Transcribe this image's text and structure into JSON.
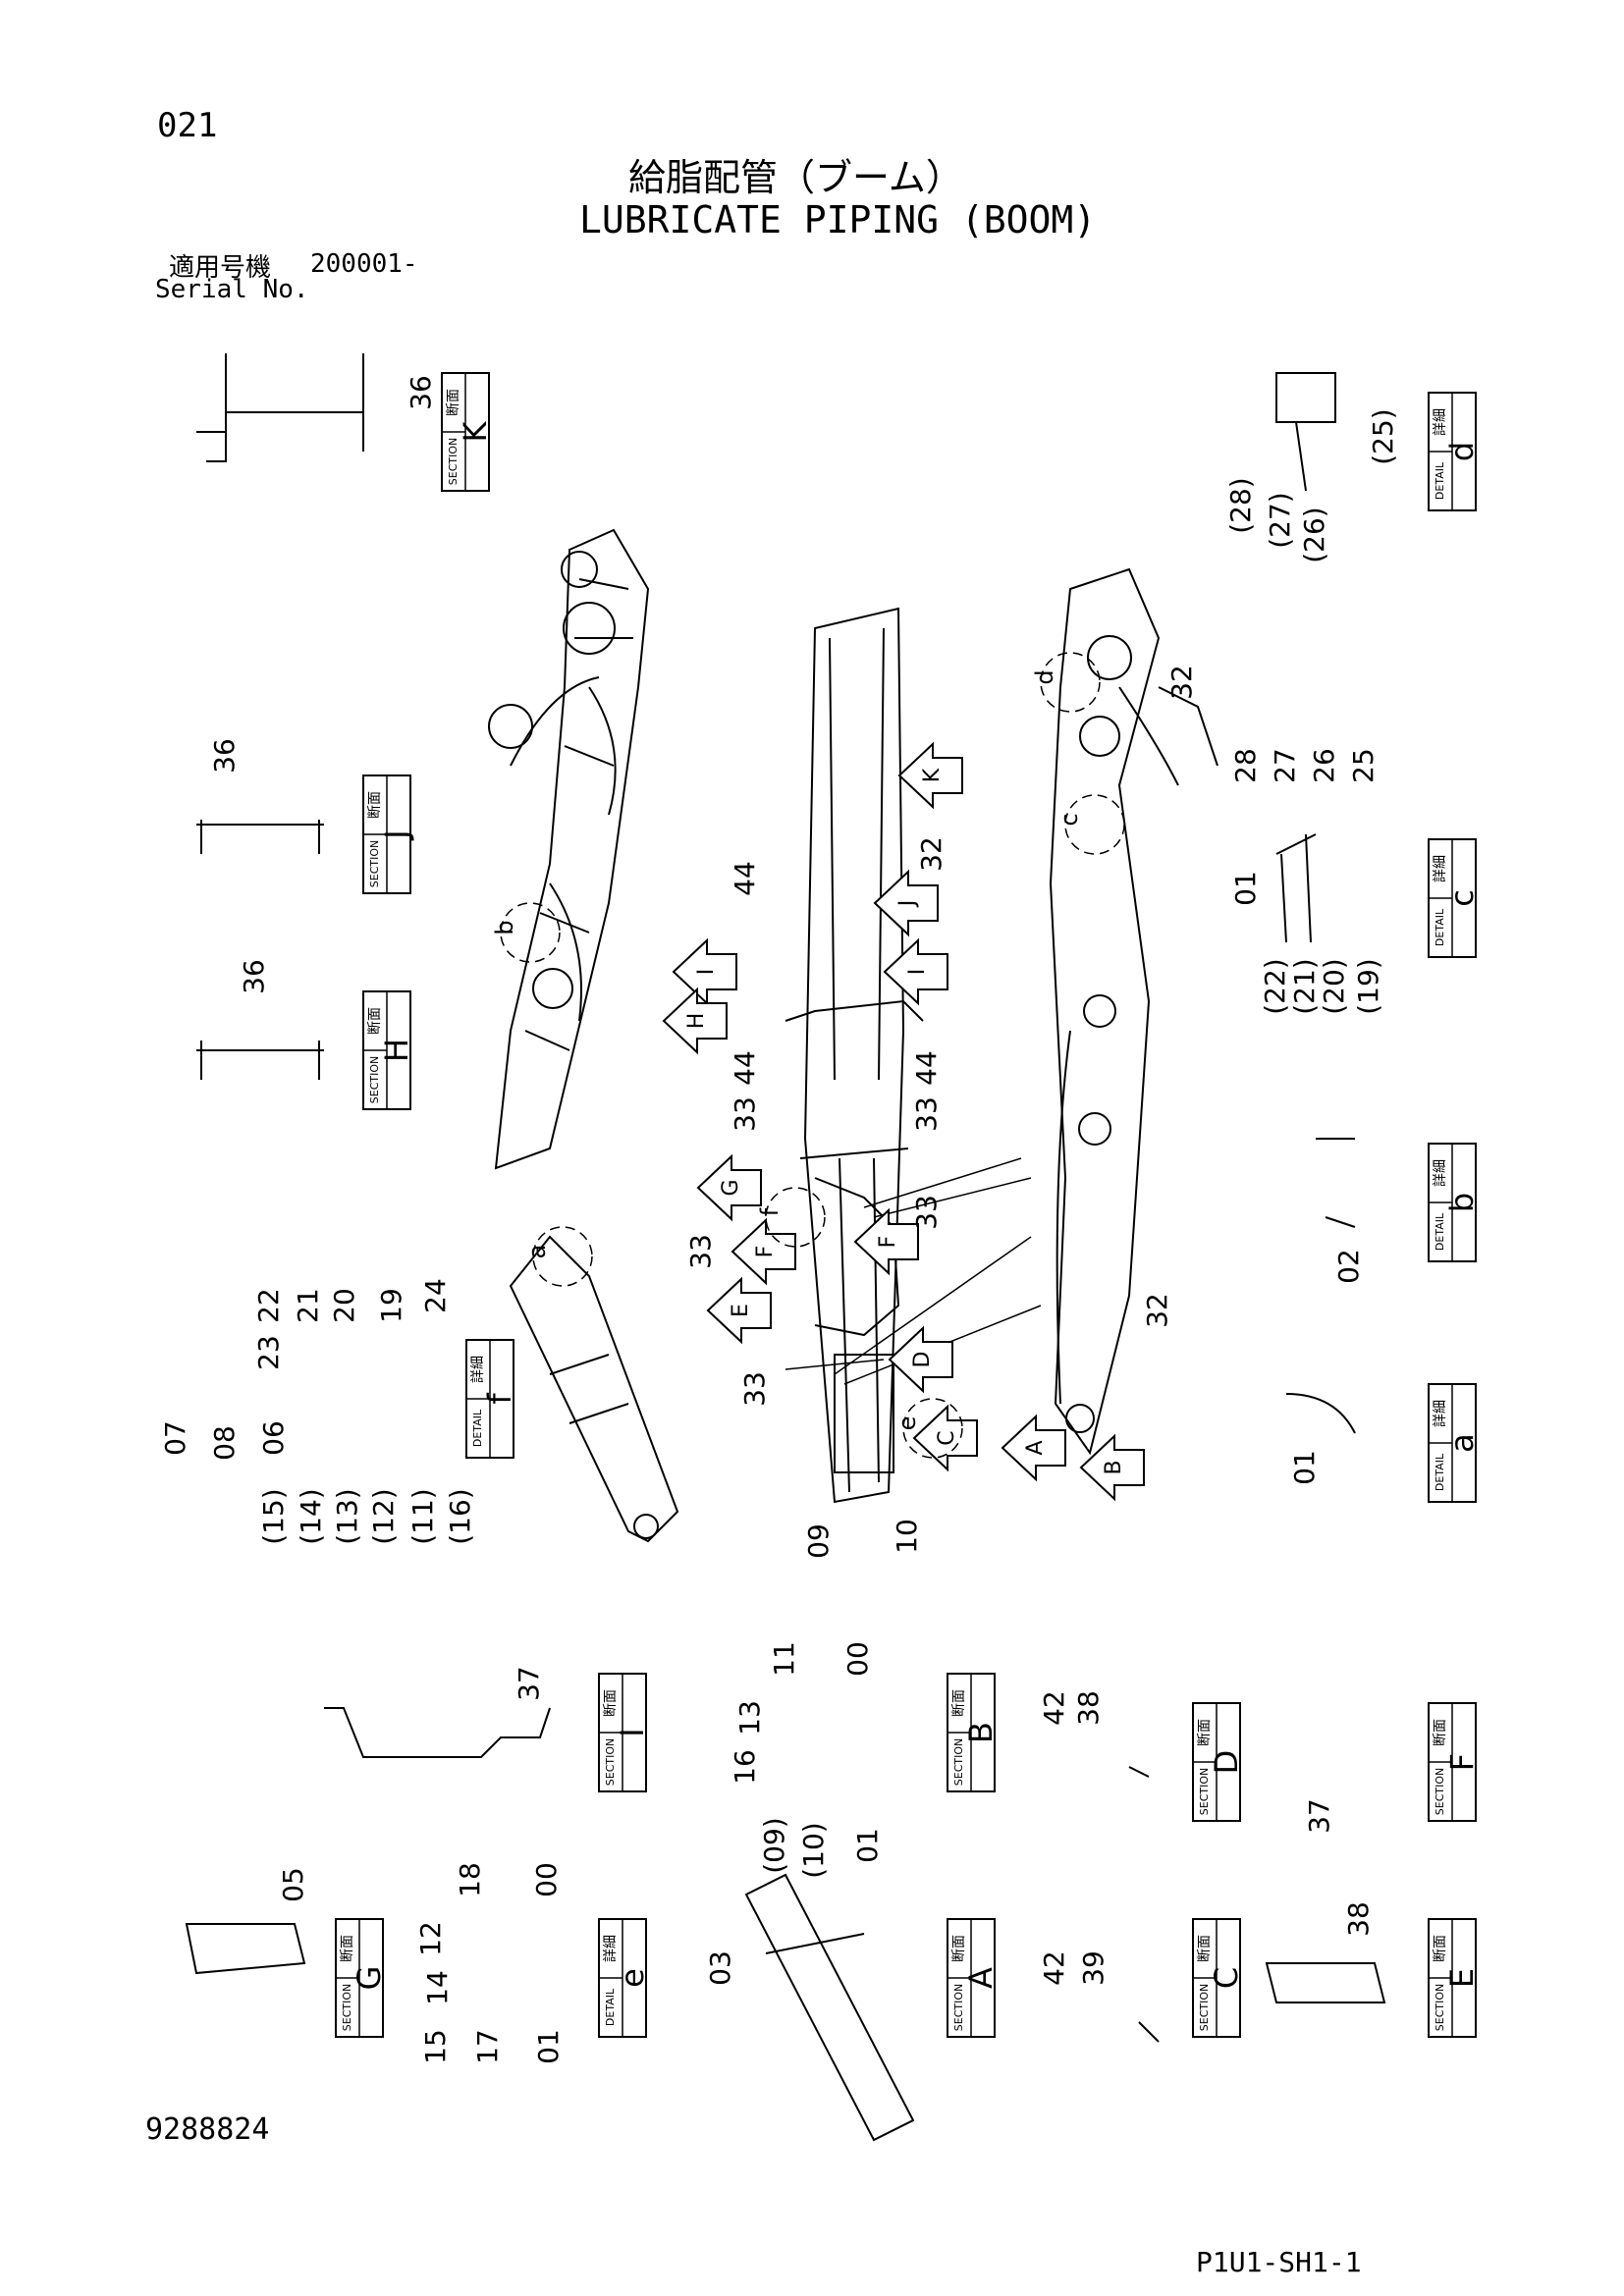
{
  "header": {
    "page_number": "021",
    "title_jp": "給脂配管（ブーム）",
    "title_en": "LUBRICATE PIPING (BOOM)",
    "serial_label_jp": "適用号機",
    "serial_value": "200001-",
    "serial_label_en": "Serial No."
  },
  "footer": {
    "doc_number": "9288824",
    "sheet_code": "P1U1-SH1-1"
  },
  "box_labels": {
    "section_jp": "断面",
    "section_en": "SECTION",
    "detail_jp": "詳細",
    "detail_en": "DETAIL"
  },
  "views": [
    {
      "id": "K",
      "kind": "section"
    },
    {
      "id": "J",
      "kind": "section"
    },
    {
      "id": "H",
      "kind": "section"
    },
    {
      "id": "d",
      "kind": "detail"
    },
    {
      "id": "c",
      "kind": "detail"
    },
    {
      "id": "b",
      "kind": "detail"
    },
    {
      "id": "a",
      "kind": "detail"
    },
    {
      "id": "f",
      "kind": "detail"
    },
    {
      "id": "I",
      "kind": "section"
    },
    {
      "id": "B",
      "kind": "section"
    },
    {
      "id": "D",
      "kind": "section"
    },
    {
      "id": "F",
      "kind": "section"
    },
    {
      "id": "G",
      "kind": "section"
    },
    {
      "id": "e",
      "kind": "detail"
    },
    {
      "id": "A",
      "kind": "section"
    },
    {
      "id": "C",
      "kind": "section"
    },
    {
      "id": "E",
      "kind": "section"
    }
  ],
  "arrows": [
    "K",
    "J",
    "I",
    "I",
    "H",
    "G",
    "F",
    "F",
    "E",
    "D",
    "C",
    "A",
    "B"
  ],
  "detail_circles": [
    "a",
    "b",
    "c",
    "d",
    "e",
    "f"
  ],
  "part_callouts": {
    "section_k": [
      "36"
    ],
    "section_j": [
      "36"
    ],
    "section_h": [
      "36"
    ],
    "detail_d": [
      "(28)",
      "(27)",
      "(26)",
      "(25)"
    ],
    "detail_c": [
      "28",
      "27",
      "26",
      "25",
      "01",
      "(22)",
      "(21)",
      "(20)",
      "(19)"
    ],
    "detail_b": [
      "02"
    ],
    "detail_a": [
      "01"
    ],
    "detail_f": [
      "22",
      "21",
      "20",
      "19",
      "24",
      "23",
      "07",
      "08",
      "06",
      "(15)",
      "(14)",
      "(13)",
      "(12)",
      "(11)",
      "(16)"
    ],
    "main_view": [
      "32",
      "32",
      "44",
      "44",
      "44",
      "33",
      "33",
      "33",
      "33",
      "33",
      "32",
      "09",
      "10"
    ],
    "section_i": [
      "37"
    ],
    "section_b": [
      "11",
      "00",
      "13",
      "16",
      "(09)",
      "(10)",
      "01"
    ],
    "section_d": [
      "42",
      "38"
    ],
    "section_f": [
      "37"
    ],
    "section_g": [
      "05"
    ],
    "detail_e": [
      "18",
      "00",
      "12",
      "14",
      "15",
      "17",
      "01"
    ],
    "section_a": [
      "03"
    ],
    "section_c": [
      "42",
      "39"
    ],
    "section_e": [
      "38"
    ]
  }
}
